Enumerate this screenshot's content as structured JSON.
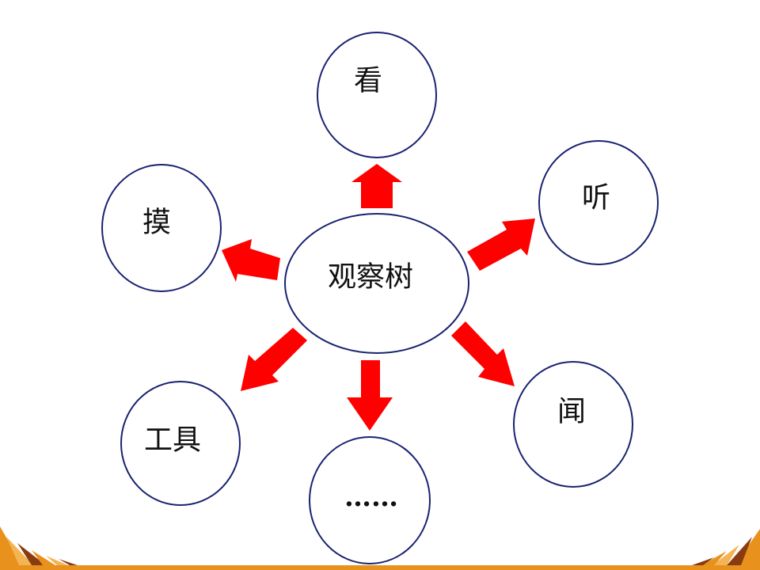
{
  "diagram": {
    "center": {
      "label": "观察树"
    },
    "nodes": [
      {
        "id": "look",
        "label": "看"
      },
      {
        "id": "hear",
        "label": "听"
      },
      {
        "id": "smell",
        "label": "闻"
      },
      {
        "id": "more",
        "label": "……"
      },
      {
        "id": "tools",
        "label": "工具"
      },
      {
        "id": "touch",
        "label": "摸"
      }
    ]
  },
  "colors": {
    "arrow": "#ff0000",
    "circle_stroke": "#1a2270",
    "decor_orange": "#e8911c",
    "decor_dark": "#8a3c10"
  }
}
